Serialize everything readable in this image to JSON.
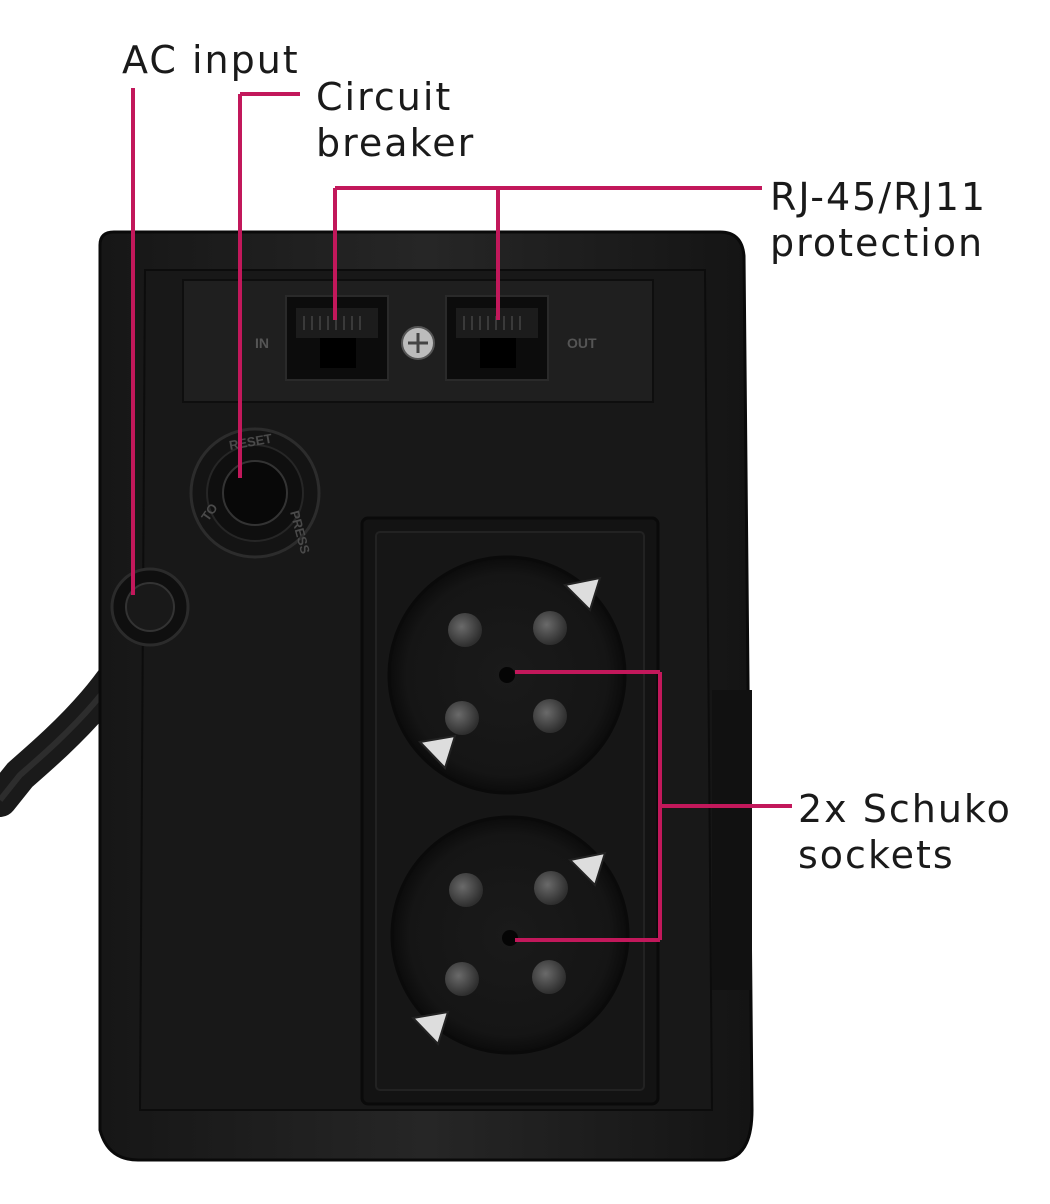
{
  "callouts": {
    "ac_input": "AC input",
    "circuit_breaker_line1": "Circuit",
    "circuit_breaker_line2": "breaker",
    "rj_line1": "RJ-45/RJ11",
    "rj_line2": "protection",
    "schuko_line1": "2x Schuko",
    "schuko_line2": "sockets"
  },
  "device_markings": {
    "port_in": "IN",
    "port_out": "OUT",
    "reset_ring_top": "RESET",
    "reset_ring_right": "PRESS",
    "reset_ring_left": "TO"
  },
  "colors": {
    "callout_line": "#c2185b",
    "label_text": "#1a1a1a",
    "chassis": "#1e1e1e",
    "panel": "#141414"
  }
}
